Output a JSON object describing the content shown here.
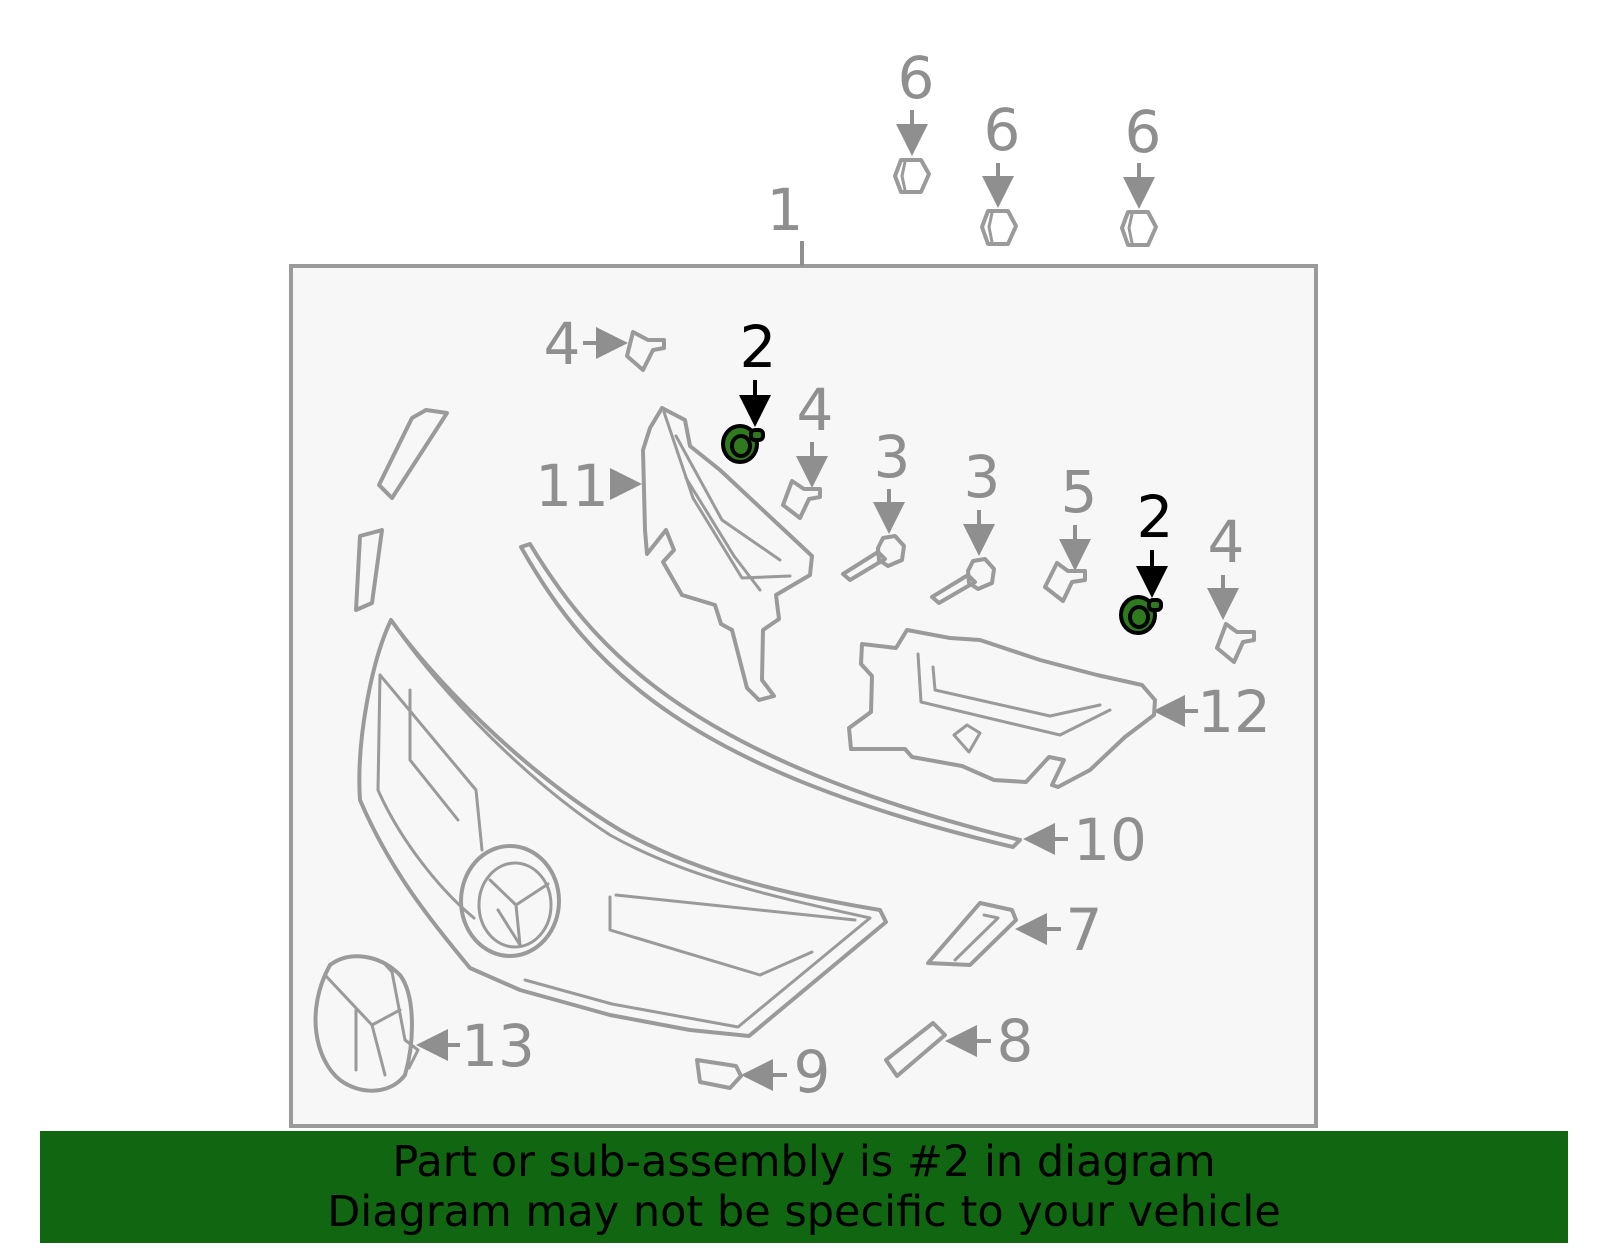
{
  "callouts": {
    "c1": "1",
    "c2a": "2",
    "c2b": "2",
    "c3a": "3",
    "c3b": "3",
    "c4a": "4",
    "c4b": "4",
    "c4c": "4",
    "c5": "5",
    "c6a": "6",
    "c6b": "6",
    "c6c": "6",
    "c7": "7",
    "c8": "8",
    "c9": "9",
    "c10": "10",
    "c11": "11",
    "c12": "12",
    "c13": "13"
  },
  "highlight_part": "2",
  "colors": {
    "highlight": "#2f7a1f",
    "banner": "#116611",
    "line_gray": "#9a9a9a",
    "panel": "#f7f7f7"
  },
  "banner": {
    "line1": "Part or sub-assembly is #2 in diagram",
    "line2": "Diagram may not be specific to your vehicle"
  }
}
